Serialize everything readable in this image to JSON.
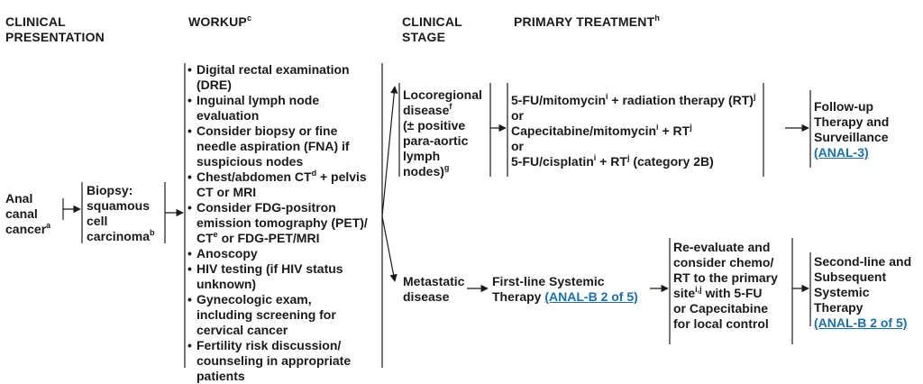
{
  "headers": {
    "clinical_presentation": [
      "CLINICAL",
      "PRESENTATION"
    ],
    "workup": "WORKUP",
    "workup_sup": "c",
    "clinical_stage": [
      "CLINICAL",
      "STAGE"
    ],
    "primary_treatment": "PRIMARY TREATMENT",
    "primary_treatment_sup": "h"
  },
  "presentation": {
    "lines": [
      "Anal",
      "canal"
    ],
    "last": "cancer",
    "last_sup": "a"
  },
  "biopsy": {
    "lines": [
      "Biopsy:",
      "squamous",
      "cell"
    ],
    "last": "carcinoma",
    "last_sup": "b"
  },
  "workup_items": [
    [
      "Digital rectal examination",
      "(DRE)"
    ],
    [
      "Inguinal lymph node",
      "evaluation"
    ],
    [
      "Consider biopsy or fine",
      "needle aspiration (FNA) if",
      "suspicious nodes"
    ],
    [
      "Chest/abdomen CT|d| + pelvis",
      "CT or MRI"
    ],
    [
      "Consider FDG-positron",
      "emission tomography (PET)/",
      "CT|e| or FDG-PET/MRI"
    ],
    [
      "Anoscopy"
    ],
    [
      "HIV testing (if HIV status",
      "unknown)"
    ],
    [
      "Gynecologic exam,",
      "including screening for",
      "cervical cancer"
    ],
    [
      "Fertility risk discussion/",
      "counseling in appropriate",
      "patients"
    ]
  ],
  "stage_locoregional": [
    "Locoregional",
    "disease|f|",
    "(± positive",
    "para-aortic",
    "lymph",
    "nodes)|g|"
  ],
  "treatment_locoregional": [
    "5-FU/mitomycin|i| + radiation therapy (RT)|j|",
    "or",
    "Capecitabine/mitomycin|i| + RT|j|",
    "or",
    "5-FU/cisplatin|i| + RT|j| (category 2B)"
  ],
  "followup": {
    "lines": [
      "Follow-up",
      "Therapy and",
      "Surveillance"
    ],
    "link": "(ANAL-3)"
  },
  "stage_metastatic": [
    "Metastatic",
    "disease"
  ],
  "first_line": {
    "line1": "First-line Systemic",
    "line2_text": "Therapy ",
    "link": "(ANAL-B 2 of 5)"
  },
  "reevaluate": [
    "Re-evaluate and",
    "consider chemo/",
    "RT to the primary",
    "site|i,j| with 5-FU",
    "or Capecitabine",
    "for local control"
  ],
  "second_line": {
    "lines": [
      "Second-line and",
      "Subsequent",
      "Systemic",
      "Therapy"
    ],
    "link": "(ANAL-B 2 of 5)"
  }
}
